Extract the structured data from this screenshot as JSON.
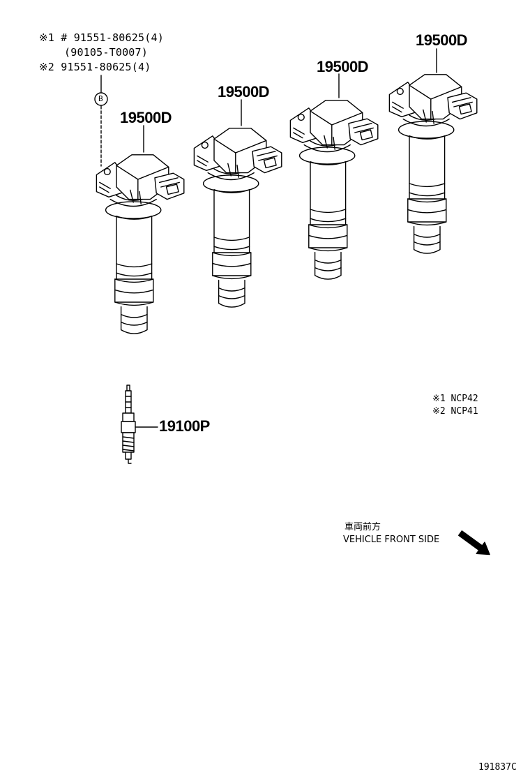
{
  "notes": {
    "line1": "※1 # 91551-80625(4)",
    "line2": "(90105-T0007)",
    "line3": "※2 91551-80625(4)"
  },
  "callout_b": "B",
  "parts": {
    "coil_1": "19500D",
    "coil_2": "19500D",
    "coil_3": "19500D",
    "coil_4": "19500D",
    "plug": "19100P"
  },
  "legend": {
    "item1": "※1 NCP42",
    "item2": "※2 NCP41"
  },
  "direction": {
    "jp": "車両前方",
    "en": "VEHICLE FRONT SIDE"
  },
  "figure_id": "191837C"
}
